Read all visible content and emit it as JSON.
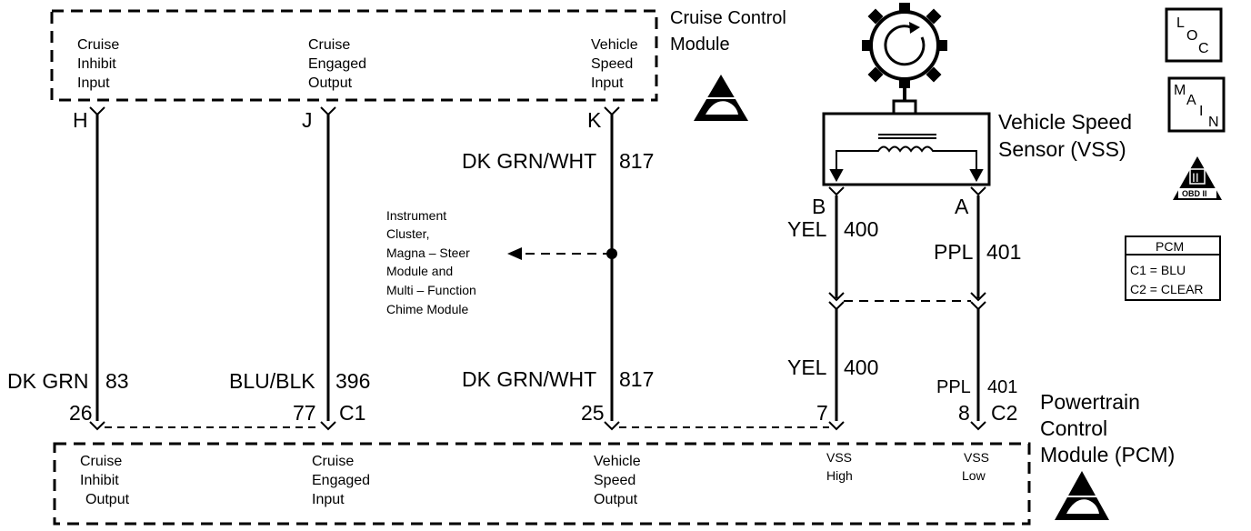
{
  "cruise_module": {
    "title_line1": "Cruise Control",
    "title_line2": "Module",
    "pins": [
      {
        "letter": "H",
        "line1": "Cruise",
        "line2": "Inhibit",
        "line3": "Input"
      },
      {
        "letter": "J",
        "line1": "Cruise",
        "line2": "Engaged",
        "line3": "Output"
      },
      {
        "letter": "K",
        "line1": "Vehicle",
        "line2": "Speed",
        "line3": "Input"
      }
    ]
  },
  "vss": {
    "title_line1": "Vehicle Speed",
    "title_line2": "Sensor (VSS)",
    "pin_b": "B",
    "pin_a": "A"
  },
  "wires": {
    "top_817_color": "DK GRN/WHT",
    "top_817_num": "817",
    "yel_top_color": "YEL",
    "yel_top_num": "400",
    "ppl_top_color": "PPL",
    "ppl_top_num": "401",
    "dkgrn_color": "DK GRN",
    "dkgrn_num": "83",
    "blublk_color": "BLU/BLK",
    "blublk_num": "396",
    "bottom_817_color": "DK GRN/WHT",
    "bottom_817_num": "817",
    "yel_bot_color": "YEL",
    "yel_bot_num": "400",
    "ppl_bot_color": "PPL",
    "ppl_bot_num": "401"
  },
  "splice_note": {
    "line1": "Instrument",
    "line2": "Cluster,",
    "line3": "Magna – Steer",
    "line4": "Module and",
    "line5": "Multi – Function",
    "line6": "Chime Module"
  },
  "pcm": {
    "title_line1": "Powertrain",
    "title_line2": "Control",
    "title_line3": "Module (PCM)",
    "pin_numbers": {
      "p26": "26",
      "p77": "77",
      "p25": "25",
      "p7": "7",
      "p8": "8"
    },
    "connector_c1": "C1",
    "connector_c2": "C2",
    "pins": [
      {
        "line1": "Cruise",
        "line2": "Inhibit",
        "line3": "Output"
      },
      {
        "line1": "Cruise",
        "line2": "Engaged",
        "line3": "Input"
      },
      {
        "line1": "Vehicle",
        "line2": "Speed",
        "line3": "Output"
      },
      {
        "line1": "VSS",
        "line2": "High"
      },
      {
        "line1": "VSS",
        "line2": "Low"
      }
    ]
  },
  "legend": {
    "loc_l": "L",
    "loc_o": "O",
    "loc_c": "C",
    "main_m": "M",
    "main_a": "A",
    "main_i": "I",
    "main_n": "N",
    "obd_numeral": "II",
    "obd_text": "OBD II",
    "pcm_title": "PCM",
    "pcm_c1": "C1 = BLU",
    "pcm_c2": "C2 = CLEAR"
  }
}
